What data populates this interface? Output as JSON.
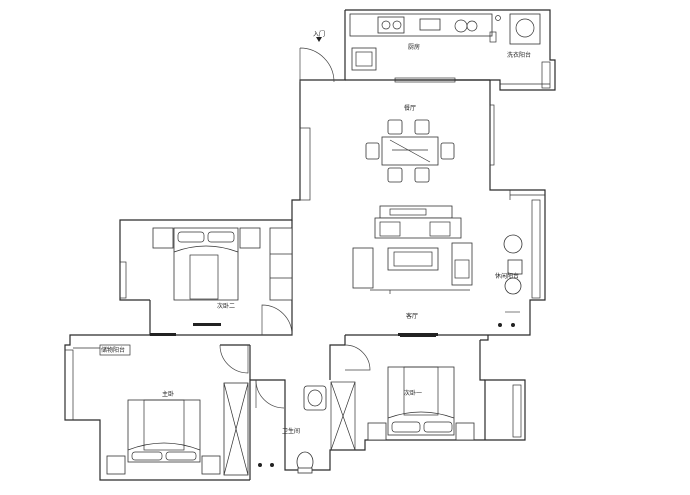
{
  "labels": {
    "entrance": "入门",
    "kitchen": "厨房",
    "laundry_balcony": "洗衣阳台",
    "dining": "餐厅",
    "leisure_balcony": "休闲阳台",
    "living": "客厅",
    "second_bedroom_2": "次卧二",
    "storage_balcony": "储物阳台",
    "master_bedroom": "主卧",
    "bathroom": "卫生间",
    "second_bedroom_1": "次卧一"
  },
  "colors": {
    "line": "#2b2b2b",
    "background": "#ffffff"
  }
}
